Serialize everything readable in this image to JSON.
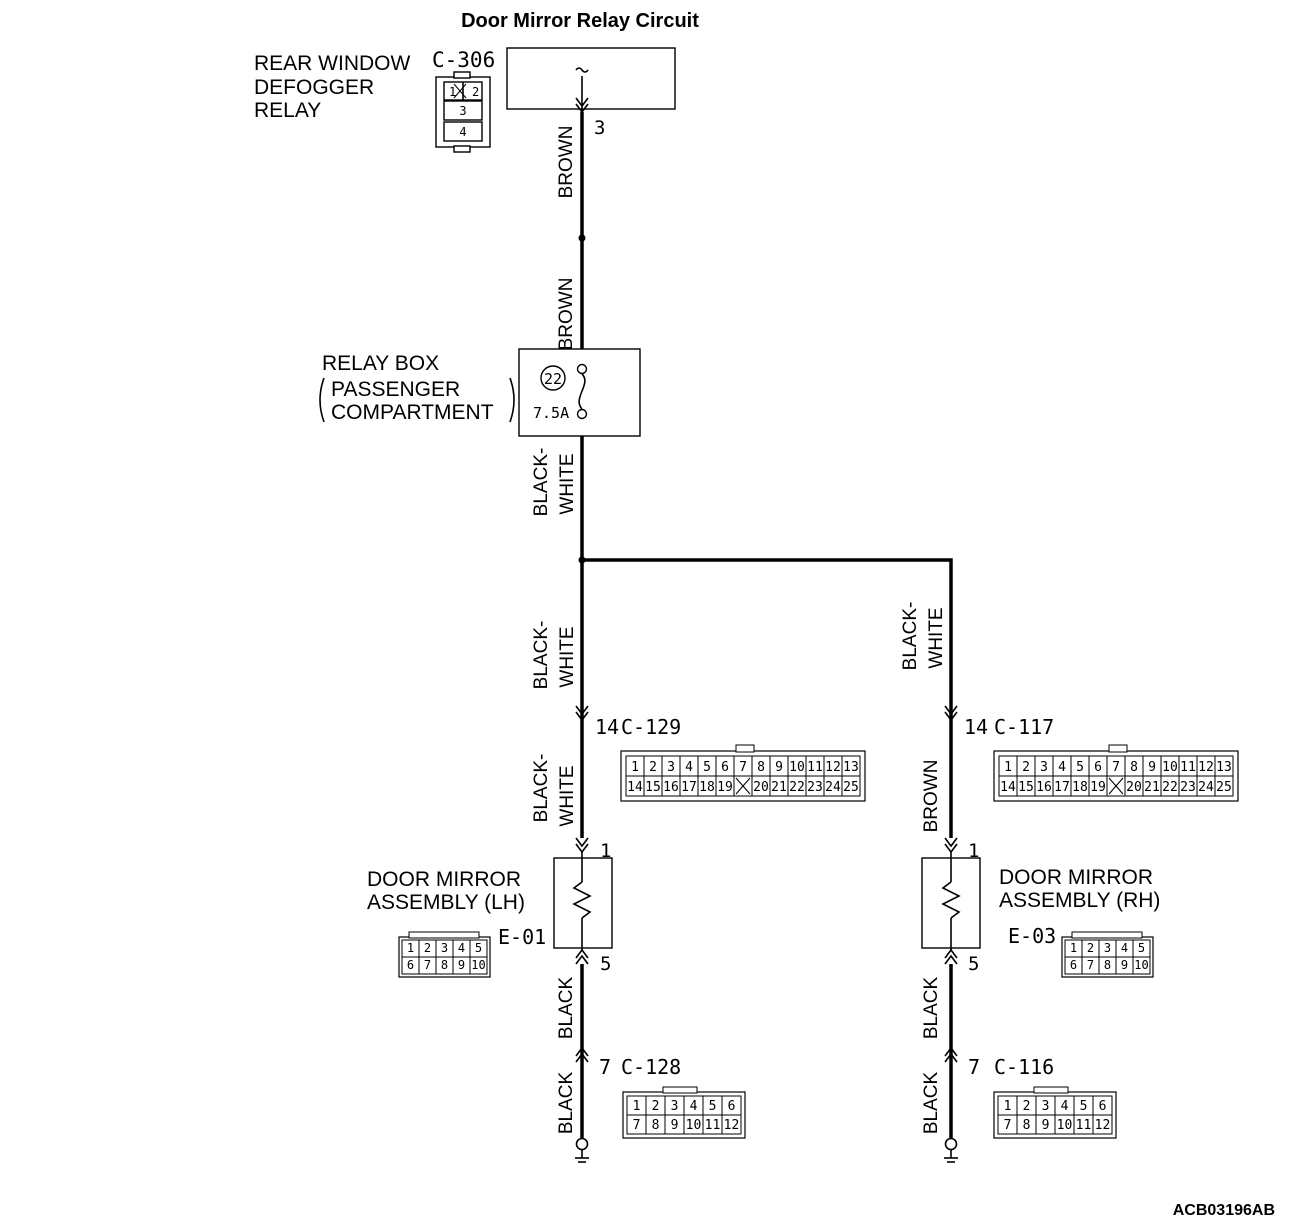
{
  "title": "Door Mirror Relay Circuit",
  "figure_id": "ACB03196AB",
  "components": {
    "relay": {
      "name_lines": [
        "REAR WINDOW",
        "DEFOGGER",
        "RELAY"
      ],
      "connector": "C-306",
      "pin": "3",
      "pins": [
        "1",
        "2",
        "3",
        "4"
      ]
    },
    "relay_box": {
      "name_line1": "RELAY BOX",
      "name_line2": "PASSENGER",
      "name_line3": "COMPARTMENT",
      "fuse_no": "22",
      "fuse_rating": "7.5A"
    },
    "mirror_lh": {
      "name_lines": [
        "DOOR MIRROR",
        "ASSEMBLY (LH)"
      ],
      "connector": "E-01",
      "pin_in": "1",
      "pin_out": "5",
      "pins_top": [
        "1",
        "2",
        "3",
        "4",
        "5"
      ],
      "pins_bottom": [
        "6",
        "7",
        "8",
        "9",
        "10"
      ]
    },
    "mirror_rh": {
      "name_lines": [
        "DOOR MIRROR",
        "ASSEMBLY (RH)"
      ],
      "connector": "E-03",
      "pin_in": "1",
      "pin_out": "5",
      "pins_top": [
        "1",
        "2",
        "3",
        "4",
        "5"
      ],
      "pins_bottom": [
        "6",
        "7",
        "8",
        "9",
        "10"
      ]
    }
  },
  "connectors": {
    "c129": {
      "name": "C-129",
      "pin": "14"
    },
    "c117": {
      "name": "C-117",
      "pin": "14"
    },
    "c128": {
      "name": "C-128",
      "pin": "7"
    },
    "c116": {
      "name": "C-116",
      "pin": "7"
    },
    "pins25_top": [
      "1",
      "2",
      "3",
      "4",
      "5",
      "6",
      "7",
      "8",
      "9",
      "10",
      "11",
      "12",
      "13"
    ],
    "pins25_bottom": [
      "14",
      "15",
      "16",
      "17",
      "18",
      "19",
      "",
      "20",
      "21",
      "22",
      "23",
      "24",
      "25"
    ],
    "pins12_top": [
      "1",
      "2",
      "3",
      "4",
      "5",
      "6"
    ],
    "pins12_bottom": [
      "7",
      "8",
      "9",
      "10",
      "11",
      "12"
    ]
  },
  "wires": {
    "w1": [
      "BROWN"
    ],
    "w2": [
      "BROWN"
    ],
    "w3": [
      "BLACK-",
      "WHITE"
    ],
    "w4": [
      "BLACK-",
      "WHITE"
    ],
    "w5": [
      "BLACK-",
      "WHITE"
    ],
    "w6": [
      "BLACK"
    ],
    "w7": [
      "BLACK"
    ],
    "w8": [
      "BLACK-",
      "WHITE"
    ],
    "w9": [
      "BROWN"
    ],
    "w10": [
      "BLACK"
    ],
    "w11": [
      "BLACK"
    ]
  }
}
